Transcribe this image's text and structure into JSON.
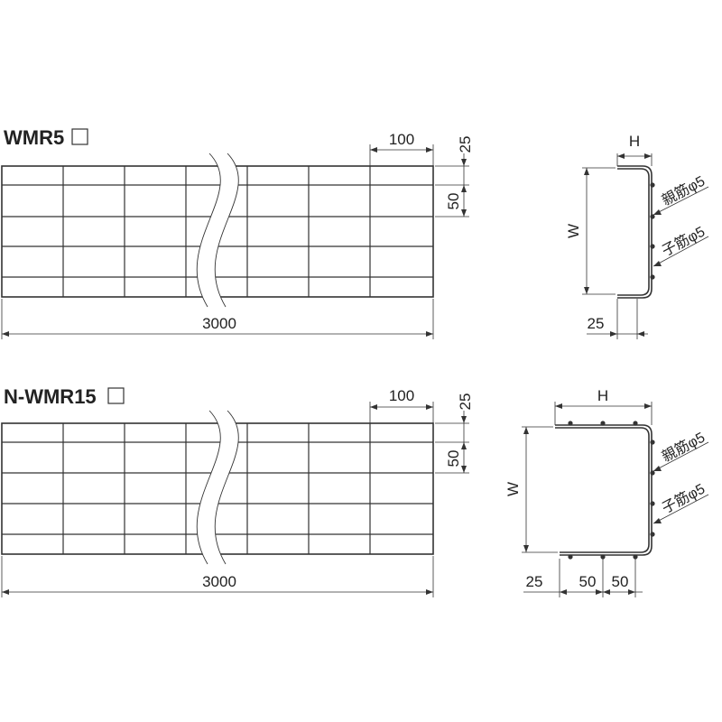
{
  "diagrams": [
    {
      "model": "WMR5",
      "length": "3000",
      "pitch": "100",
      "edge": "25",
      "cross_pitch": "50",
      "section": {
        "height_label": "H",
        "width_label": "W",
        "main_bar": "親筋φ5",
        "sub_bar": "子筋φ5",
        "bottom_dims": [
          "25"
        ]
      }
    },
    {
      "model": "N-WMR15",
      "length": "3000",
      "pitch": "100",
      "edge": "25",
      "cross_pitch": "50",
      "section": {
        "height_label": "H",
        "width_label": "W",
        "main_bar": "親筋φ5",
        "sub_bar": "子筋φ5",
        "bottom_dims": [
          "25",
          "50",
          "50"
        ]
      }
    }
  ],
  "colors": {
    "line": "#333333",
    "background": "#ffffff"
  }
}
